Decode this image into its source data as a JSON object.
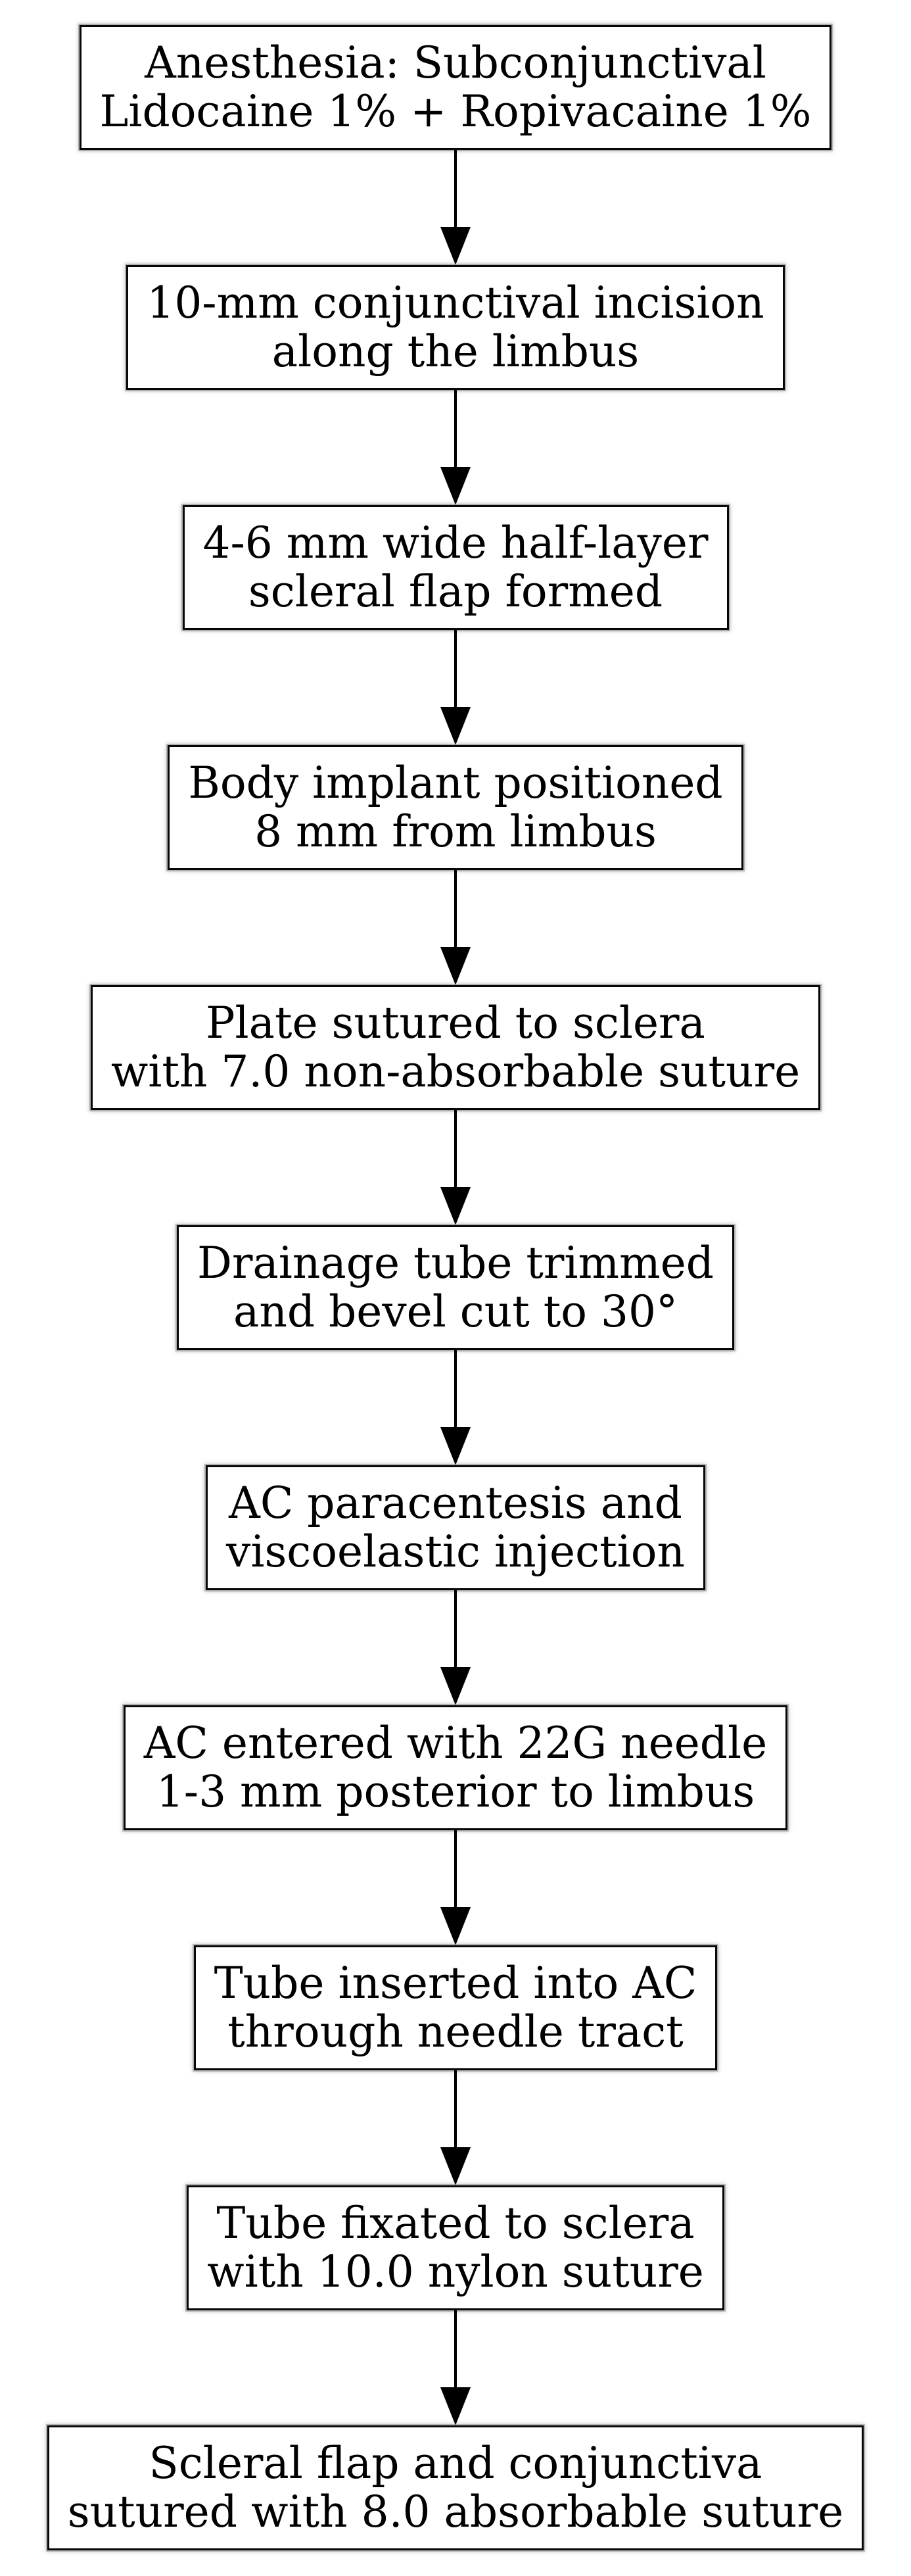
{
  "colors": {
    "background": "#ffffff",
    "box_fill": "#ffffff",
    "box_border": "#000000",
    "text": "#000000",
    "arrow": "#000000"
  },
  "flowchart": {
    "steps": [
      {
        "label": "Anesthesia: Subconjunctival\nLidocaine 1% + Ropivacaine 1%"
      },
      {
        "label": "10-mm conjunctival incision\nalong the limbus"
      },
      {
        "label": "4-6 mm wide half-layer\nscleral flap formed"
      },
      {
        "label": "Body implant positioned\n8 mm from limbus"
      },
      {
        "label": "Plate sutured to sclera\nwith 7.0 non-absorbable suture"
      },
      {
        "label": "Drainage tube trimmed\nand bevel cut to 30°"
      },
      {
        "label": "AC paracentesis and\nviscoelastic injection"
      },
      {
        "label": "AC entered with 22G needle\n1-3 mm posterior to limbus"
      },
      {
        "label": "Tube inserted into AC\nthrough needle tract"
      },
      {
        "label": "Tube fixated to sclera\nwith 10.0 nylon suture"
      },
      {
        "label": "Scleral flap and conjunctiva\nsutured with 8.0 absorbable suture"
      }
    ]
  }
}
